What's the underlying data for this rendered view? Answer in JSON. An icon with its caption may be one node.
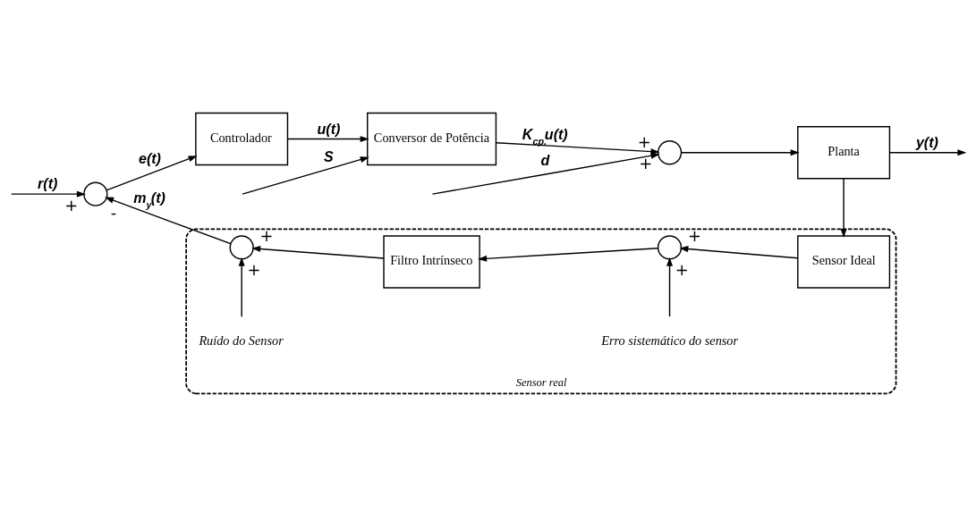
{
  "diagram": {
    "nodes": [
      {
        "text": [],
        "shape": "circle"
      },
      {
        "text": [
          "Controlador"
        ]
      },
      {
        "text": [
          "Conversor de Potência"
        ]
      },
      {
        "text": [],
        "shape": "circle"
      },
      {
        "text": [
          "Planta"
        ]
      },
      {
        "text": [
          "Sensor real"
        ]
      },
      {
        "text": [],
        "shape": "circle",
        "in": 5
      },
      {
        "text": [
          "Filtro Intrínseco"
        ],
        "in": 5
      },
      {
        "text": [],
        "shape": "circle",
        "in": 5
      },
      {
        "text": [
          "Sensor Ideal"
        ],
        "in": 5
      },
      {
        "text": [
          "Ruído do Sensor"
        ],
        "in": 5
      },
      {
        "text": [
          "Erro sistemático do sensor"
        ],
        "in": 5
      }
    ],
    "edges": [
      {
        "from": null,
        "to": 0,
        "arrow": "to",
        "label": "r(t)"
      },
      {
        "from": 0,
        "to": 1,
        "arrow": "to",
        "label": "e(t)"
      },
      {
        "from": 1,
        "to": 2,
        "arrow": "to",
        "label": "u(t)"
      },
      {
        "from": null,
        "to": 2,
        "arrow": "to",
        "label": "S"
      },
      {
        "from": 2,
        "to": 3,
        "arrow": "to",
        "label": "K$_{cp.}$u(t)"
      },
      {
        "from": null,
        "to": 3,
        "arrow": "to",
        "label": "d"
      },
      {
        "from": 3,
        "to": 4,
        "arrow": "to"
      },
      {
        "from": 4,
        "to": null,
        "arrow": "to",
        "label": "y(t)"
      },
      {
        "from": 4,
        "to": 9,
        "arrow": "to"
      },
      {
        "from": 9,
        "to": 8,
        "arrow": "to"
      },
      {
        "from": 11,
        "to": 8,
        "arrow": "to"
      },
      {
        "from": 8,
        "to": 7,
        "arrow": "to"
      },
      {
        "from": 7,
        "to": 6,
        "arrow": "to"
      },
      {
        "from": 10,
        "to": 6,
        "arrow": "to"
      },
      {
        "from": 6,
        "to": 0,
        "arrow": "to",
        "label": "m$_{y}$(t)"
      }
    ],
    "labels": [
      "+",
      "+",
      "-",
      "+",
      "+",
      "+",
      "+",
      "+"
    ]
  }
}
